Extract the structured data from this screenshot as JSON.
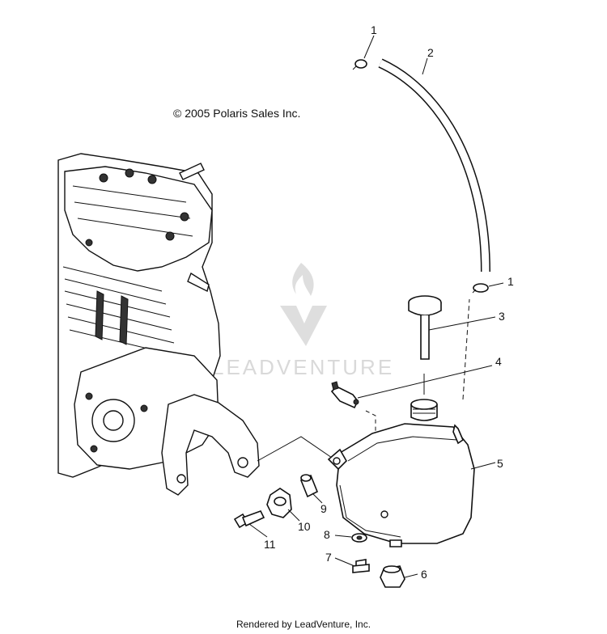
{
  "copyright": "© 2005 Polaris Sales Inc.",
  "footer": "Rendered by LeadVenture, Inc.",
  "watermark": {
    "text": "LEADVENTURE",
    "color": "#d9d9d9"
  },
  "callouts": {
    "c1a": "1",
    "c2": "2",
    "c1b": "1",
    "c3": "3",
    "c4": "4",
    "c5": "5",
    "c6": "6",
    "c7": "7",
    "c8": "8",
    "c9": "9",
    "c10": "10",
    "c11": "11"
  }
}
